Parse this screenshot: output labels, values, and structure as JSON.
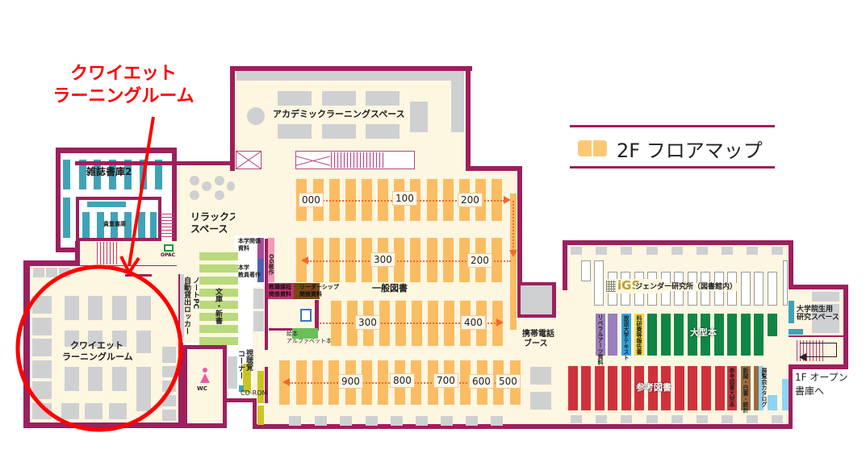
{
  "title": {
    "text": "2F フロアマップ",
    "icon": "open-book-icon",
    "rule_color": "#9e1f5e",
    "icon_color": "#fcc875"
  },
  "annotation": {
    "line1": "クワイエット",
    "line2": "ラーニングルーム",
    "color": "#ff0000"
  },
  "colors": {
    "wall": "#9e1f5e",
    "floor": "#fdf6e1",
    "general_shelves": "#fbbd63",
    "bunko_shelves": "#b9d97c",
    "large_books": "#0f8644",
    "reference": "#d0323c",
    "magazine": "#3fa3b8",
    "arrow": "#f06a2a"
  },
  "rooms": {
    "magazine_stack": "雑誌書庫2",
    "rare_books": "貴重書庫",
    "relax_space_1": "リラックス",
    "relax_space_2": "スペース",
    "opac": "OPAC",
    "academic_space": "アカデミックラーニングスペース",
    "quiet_room_1": "クワイエット",
    "quiet_room_2": "ラーニングルーム",
    "notepc_locker": "ノートPC",
    "notepc_locker2": "自動貸出ロッカー",
    "bunko": "文庫・新書",
    "univ_related": "本学関係",
    "univ_related2": "資料",
    "faculty_works": "本学",
    "faculty_works2": "教員著作",
    "og_works": "OG著作",
    "teacher_training": "教職課程",
    "teacher_training2": "関係資料",
    "leadership": "リーダーシップ",
    "leadership2": "関係資料",
    "picture_books": "絵本",
    "alphabet_books": "アルファベット本",
    "general_books": "一般図書",
    "av_corner": "視聴覚",
    "av_corner2": "コーナー",
    "cdrom": "CD-ROM",
    "wc": "WC",
    "phone_booth": "携帯電話",
    "phone_booth2": "ブース",
    "gender_institute_logo": "iGS",
    "gender_institute": "ジェンダー研究所（図書館内）",
    "liberal_arts": "リベラルアーツ資料",
    "open_univ": "放送大学テキスト",
    "kaken": "科研費等報告書",
    "large_books": "大型本",
    "reference": "参考図書",
    "reference_large": "参考図書大型本",
    "newspapers": "新聞・白書・統計",
    "exhibition_catalog": "展覧会カタログ",
    "grad_space": "大学院生用",
    "grad_space2": "研究スペース",
    "to_1f": "1F オープン",
    "to_1f2": "書庫へ"
  },
  "call_numbers": {
    "row1": [
      "000",
      "100",
      "200"
    ],
    "row2": [
      "300",
      "200"
    ],
    "row3": [
      "300",
      "400"
    ],
    "row4": [
      "900",
      "800",
      "700",
      "600",
      "500"
    ]
  }
}
